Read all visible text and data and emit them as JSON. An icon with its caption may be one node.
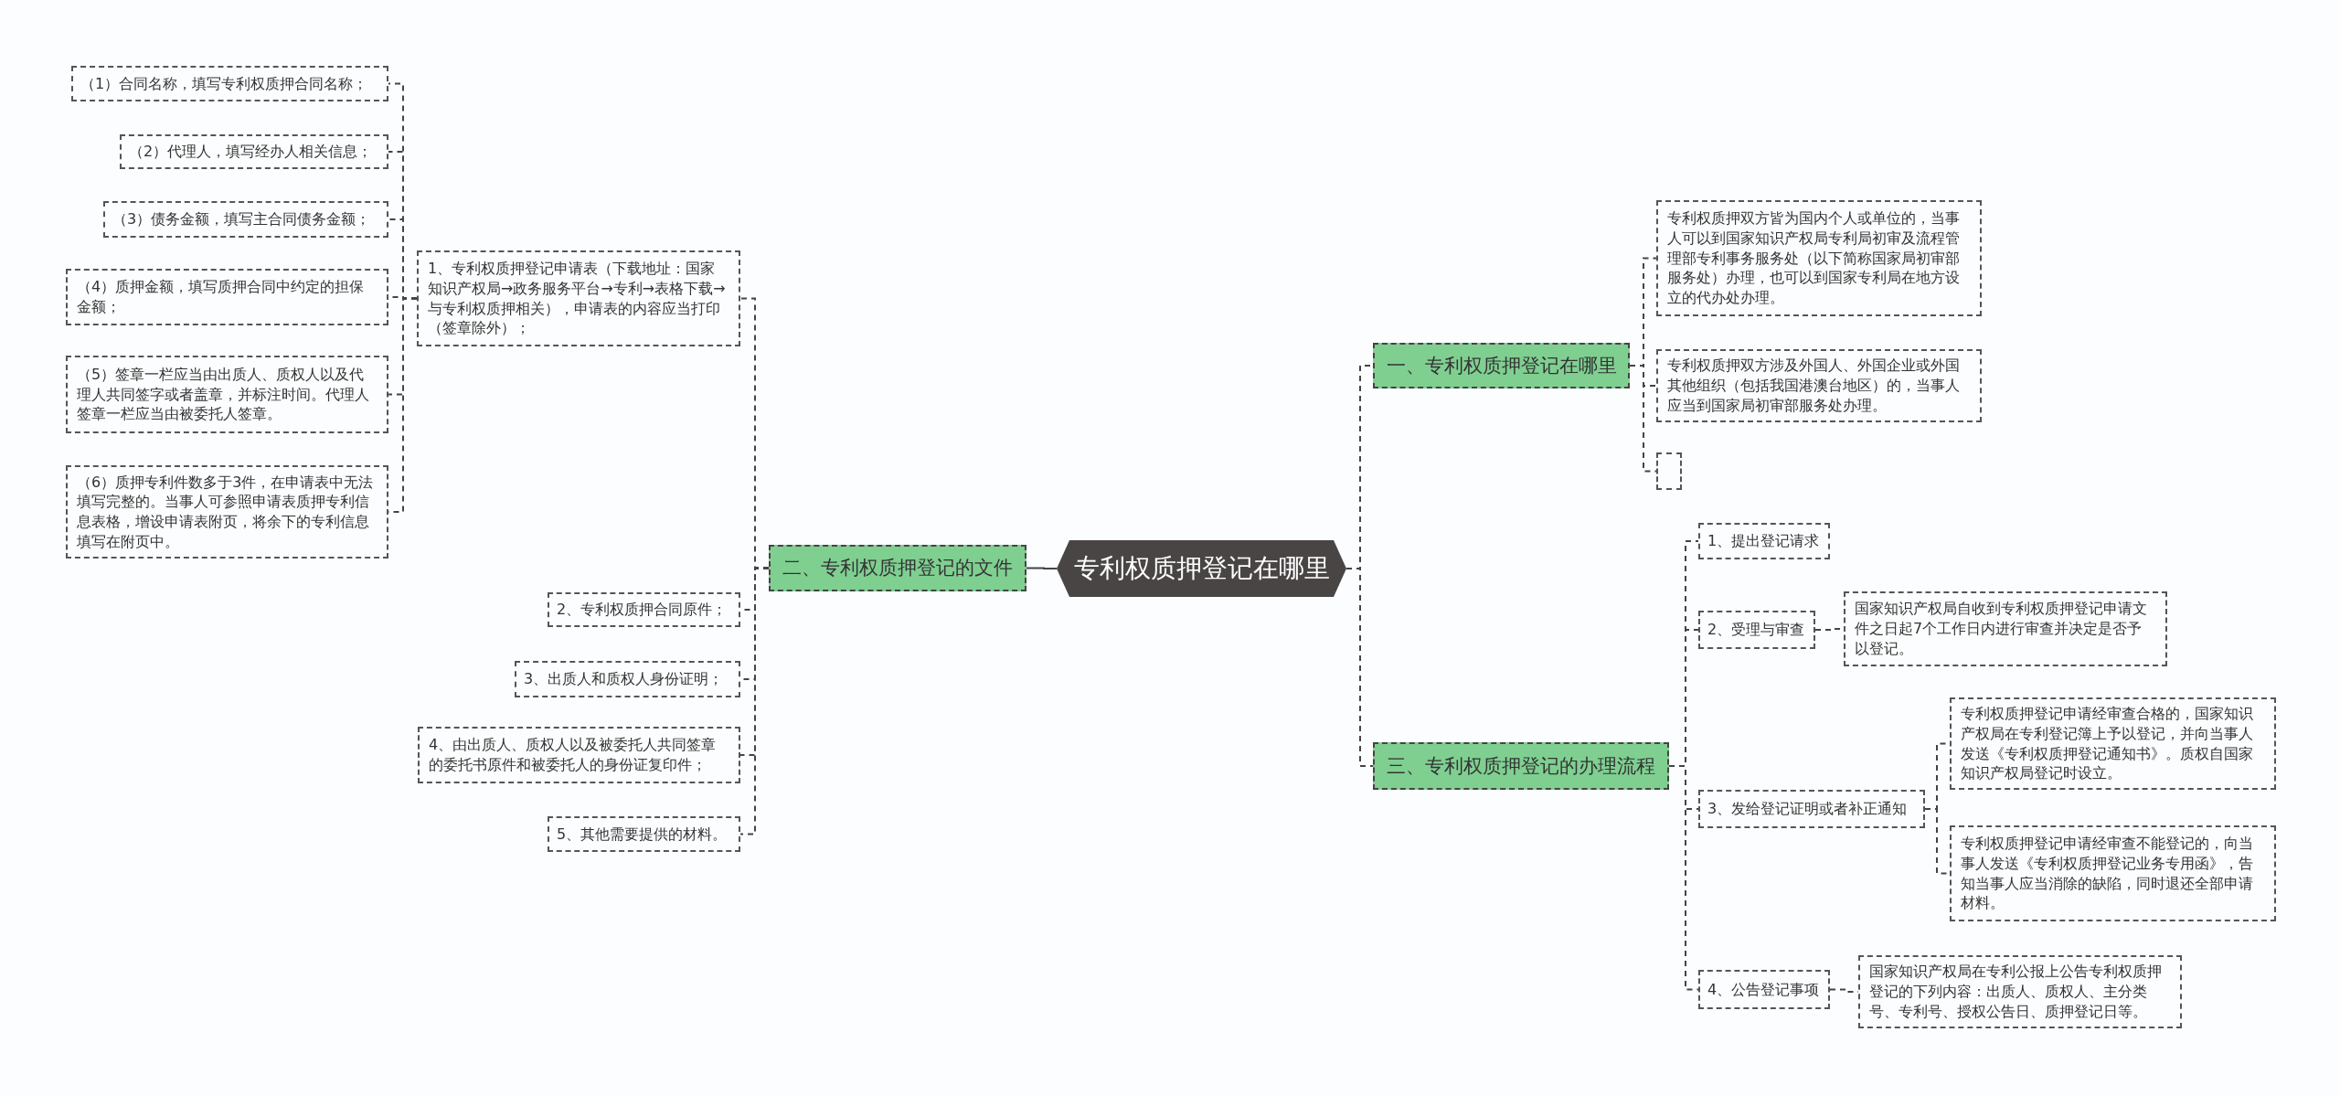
{
  "diagram": {
    "nodes": [
      {
        "text": [
          "专利权质押登记在哪里"
        ]
      },
      {
        "text": [
          "一、专利权质押登记在哪里"
        ]
      },
      {
        "text": [
          "专利权质押双方皆为国内个人或单位的，当事人可以到国家知识产权局专利局初审及流程管理部专利事务服务处（以下简称国家局初审部服务处）办理，也可以到国家专利局在地方设立的代办处办理。"
        ]
      },
      {
        "text": [
          "专利权质押双方涉及外国人、外国企业或外国其他组织（包括我国港澳台地区）的，当事人应当到国家局初审部服务处办理。"
        ]
      },
      {
        "text": [],
        "shape": "box"
      },
      {
        "text": [
          "二、专利权质押登记的文件"
        ]
      },
      {
        "text": [
          "1、专利权质押登记申请表（下载地址：国家知识产权局→政务服务平台→专利→表格下载→与专利权质押相关），申请表的内容应当打印（签章除外）；"
        ]
      },
      {
        "text": [
          "（1）合同名称，填写专利权质押合同名称；"
        ]
      },
      {
        "text": [
          "（2）代理人，填写经办人相关信息；"
        ]
      },
      {
        "text": [
          "（3）债务金额，填写主合同债务金额；"
        ]
      },
      {
        "text": [
          "（4）质押金额，填写质押合同中约定的担保金额；"
        ]
      },
      {
        "text": [
          "（5）签章一栏应当由出质人、质权人以及代理人共同签字或者盖章，并标注时间。代理人签章一栏应当由被委托人签章。"
        ]
      },
      {
        "text": [
          "（6）质押专利件数多于3件，在申请表中无法填写完整的。当事人可参照申请表质押专利信息表格，增设申请表附页，将余下的专利信息填写在附页中。"
        ]
      },
      {
        "text": [
          "2、专利权质押合同原件；"
        ]
      },
      {
        "text": [
          "3、出质人和质权人身份证明；"
        ]
      },
      {
        "text": [
          "4、由出质人、质权人以及被委托人共同签章的委托书原件和被委托人的身份证复印件；"
        ]
      },
      {
        "text": [
          "5、其他需要提供的材料。"
        ]
      },
      {
        "text": [
          "三、专利权质押登记的办理流程"
        ]
      },
      {
        "text": [
          "1、提出登记请求"
        ]
      },
      {
        "text": [
          "2、受理与审查"
        ]
      },
      {
        "text": [
          "国家知识产权局自收到专利权质押登记申请文件之日起7个工作日内进行审查并决定是否予以登记。"
        ]
      },
      {
        "text": [
          "3、发给登记证明或者补正通知"
        ]
      },
      {
        "text": [
          "专利权质押登记申请经审查合格的，国家知识产权局在专利登记簿上予以登记，并向当事人发送《专利权质押登记通知书》。质权自国家知识产权局登记时设立。"
        ]
      },
      {
        "text": [
          "专利权质押登记申请经审查不能登记的，向当事人发送《专利权质押登记业务专用函》，告知当事人应当消除的缺陷，同时退还全部申请材料。"
        ]
      },
      {
        "text": [
          "4、公告登记事项"
        ]
      },
      {
        "text": [
          "国家知识产权局在专利公报上公告专利权质押登记的下列内容：出质人、质权人、主分类号、专利号、授权公告日、质押登记日等。"
        ]
      }
    ],
    "edges": [
      {
        "from": 0,
        "to": 1,
        "arrow": "none",
        "style": "dashed"
      },
      {
        "from": 0,
        "to": 5,
        "arrow": "none"
      },
      {
        "from": 0,
        "to": 17,
        "arrow": "none",
        "style": "dashed"
      },
      {
        "from": 1,
        "to": 2,
        "arrow": "none",
        "style": "dashed"
      },
      {
        "from": 1,
        "to": 3,
        "arrow": "none",
        "style": "dashed"
      },
      {
        "from": 1,
        "to": 4,
        "arrow": "none",
        "style": "dashed"
      },
      {
        "from": 5,
        "to": 6,
        "arrow": "none",
        "style": "dashed"
      },
      {
        "from": 5,
        "to": 13,
        "arrow": "none",
        "style": "dashed"
      },
      {
        "from": 5,
        "to": 14,
        "arrow": "none",
        "style": "dashed"
      },
      {
        "from": 5,
        "to": 15,
        "arrow": "none",
        "style": "dashed"
      },
      {
        "from": 5,
        "to": 16,
        "arrow": "none",
        "style": "dashed"
      },
      {
        "from": 6,
        "to": 7,
        "arrow": "none",
        "style": "dashed"
      },
      {
        "from": 6,
        "to": 8,
        "arrow": "none",
        "style": "dashed"
      },
      {
        "from": 6,
        "to": 9,
        "arrow": "none",
        "style": "dashed"
      },
      {
        "from": 6,
        "to": 10,
        "arrow": "none",
        "style": "dashed"
      },
      {
        "from": 6,
        "to": 11,
        "arrow": "none",
        "style": "dashed"
      },
      {
        "from": 6,
        "to": 12,
        "arrow": "none",
        "style": "dashed"
      },
      {
        "from": 17,
        "to": 18,
        "arrow": "none",
        "style": "dashed"
      },
      {
        "from": 17,
        "to": 19,
        "arrow": "none",
        "style": "dashed"
      },
      {
        "from": 17,
        "to": 21,
        "arrow": "none",
        "style": "dashed"
      },
      {
        "from": 17,
        "to": 24,
        "arrow": "none",
        "style": "dashed"
      },
      {
        "from": 19,
        "to": 20,
        "arrow": "none",
        "style": "dashed"
      },
      {
        "from": 21,
        "to": 22,
        "arrow": "none",
        "style": "dashed"
      },
      {
        "from": 21,
        "to": 23,
        "arrow": "none",
        "style": "dashed"
      },
      {
        "from": 24,
        "to": 25,
        "arrow": "none",
        "style": "dashed"
      }
    ]
  }
}
